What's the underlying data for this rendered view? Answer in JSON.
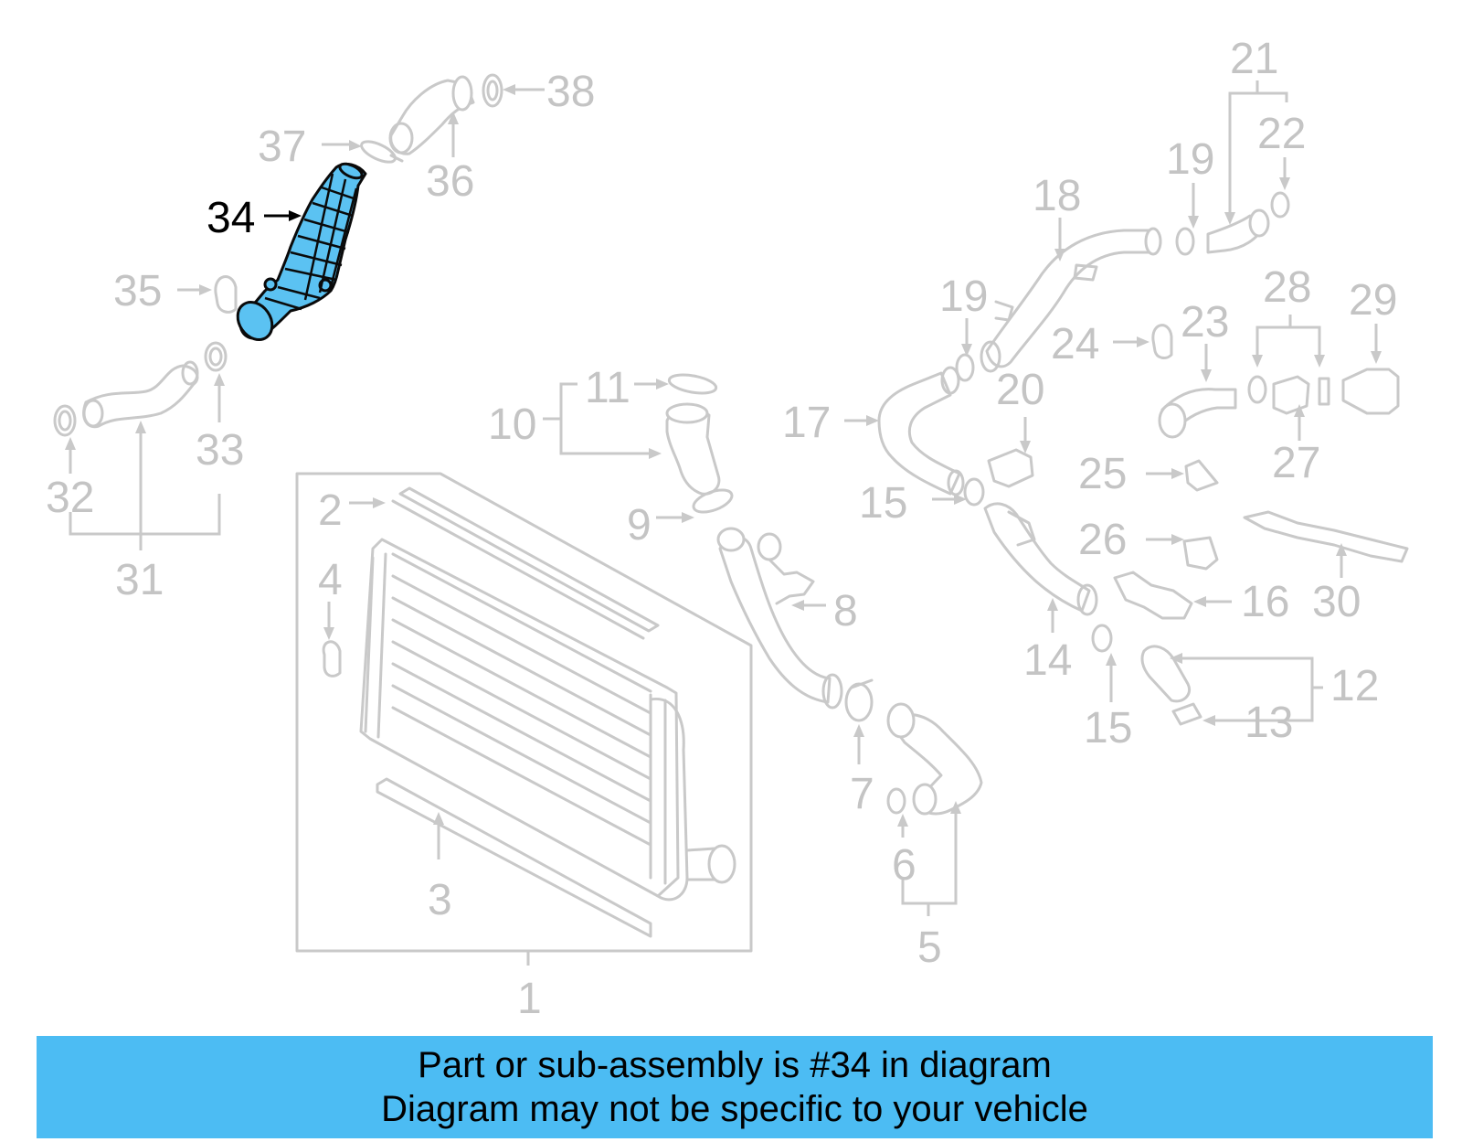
{
  "highlight": {
    "number": "34",
    "color": "#5bc2f2"
  },
  "labels": {
    "n1": "1",
    "n2": "2",
    "n3": "3",
    "n4": "4",
    "n5": "5",
    "n6": "6",
    "n7": "7",
    "n8": "8",
    "n9": "9",
    "n10": "10",
    "n11": "11",
    "n12": "12",
    "n13": "13",
    "n14": "14",
    "n15a": "15",
    "n15b": "15",
    "n16": "16",
    "n17": "17",
    "n18": "18",
    "n19a": "19",
    "n19b": "19",
    "n20": "20",
    "n21": "21",
    "n22": "22",
    "n23": "23",
    "n24": "24",
    "n25": "25",
    "n26": "26",
    "n27": "27",
    "n28": "28",
    "n29": "29",
    "n30": "30",
    "n31": "31",
    "n32": "32",
    "n33": "33",
    "n35": "35",
    "n36": "36",
    "n37": "37",
    "n38": "38"
  },
  "banner": {
    "line1": "Part or sub-assembly is #34 in diagram",
    "line2": "Diagram may not be specific to your vehicle",
    "background": "#4cbcf3"
  }
}
